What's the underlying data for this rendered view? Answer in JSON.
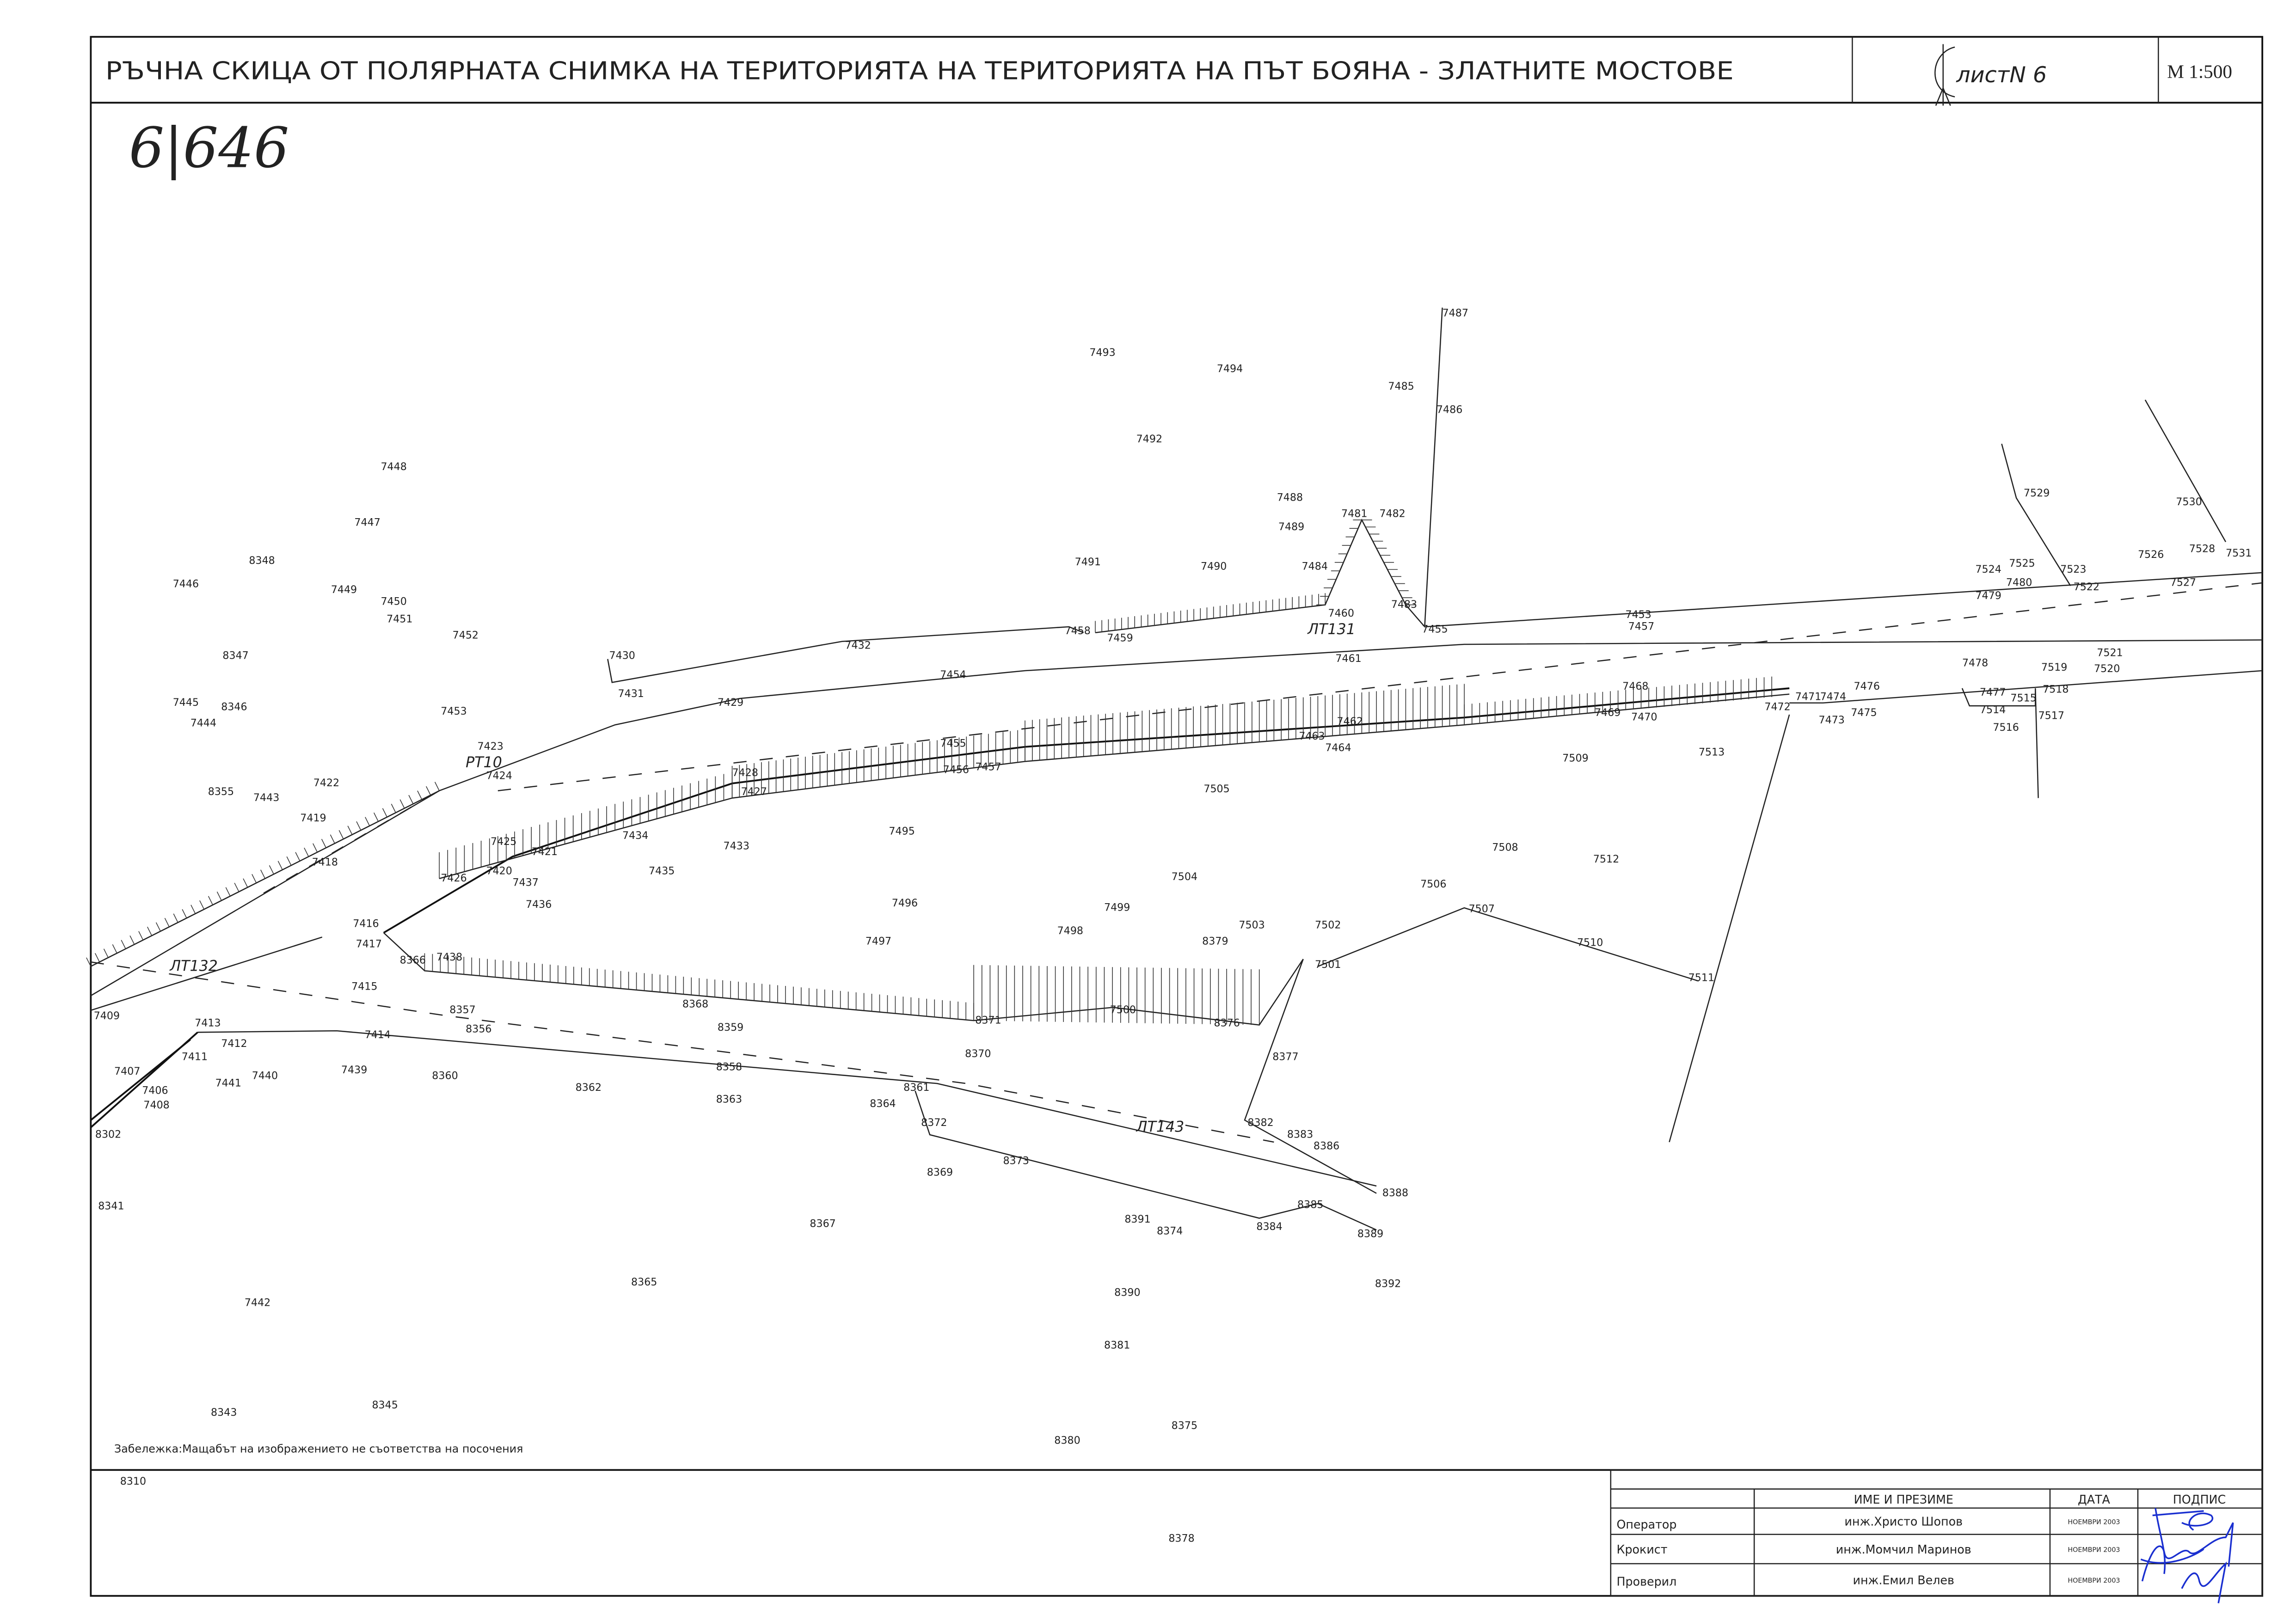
{
  "header": {
    "title": "РЪЧНА СКИЦА ОТ ПОЛЯРНАТА СНИМКА НА ТЕРИТОРИЯТА НА ТЕРИТОРИЯТА НА ПЪТ БОЯНА - ЗЛАТНИТЕ МОСТОВЕ",
    "sheet_label": "листN 6",
    "scale": "M 1:500"
  },
  "handwritten_number": "6|646",
  "route_labels": [
    "ЛТ131",
    "PT10",
    "ЛТ132",
    "ЛТ143"
  ],
  "note": "Забележка:Мащабът на изображението не съответства на посочения",
  "title_block": {
    "headers": [
      "ИМЕ И ПРЕЗИМЕ",
      "ДАТА",
      "ПОДПИС"
    ],
    "rows": [
      {
        "role": "Оператор",
        "name": "инж.Христо Шопов",
        "date": "НОЕМВРИ 2003"
      },
      {
        "role": "Крокист",
        "name": "инж.Момчил Маринов",
        "date": "НОЕМВРИ 2003"
      },
      {
        "role": "Проверил",
        "name": "инж.Емил Велев",
        "date": "НОЕМВРИ 2003"
      }
    ]
  },
  "points": [
    "7487",
    "7493",
    "7494",
    "7485",
    "7486",
    "7492",
    "7448",
    "7488",
    "7481",
    "7482",
    "7447",
    "7489",
    "7529",
    "7530",
    "8348",
    "7491",
    "7490",
    "7484",
    "7526",
    "7528",
    "7531",
    "7524",
    "7525",
    "7523",
    "7446",
    "7449",
    "7450",
    "7483",
    "7480",
    "7522",
    "7527",
    "7479",
    "7460",
    "7451",
    "7458",
    "7459",
    "7455",
    "7453",
    "7457",
    "7452",
    "7432",
    "7430",
    "7461",
    "7521",
    "7520",
    "8347",
    "7454",
    "7431",
    "7478",
    "7519",
    "7468",
    "7476",
    "7518",
    "7471",
    "7474",
    "7477",
    "7515",
    "7445",
    "7429",
    "8346",
    "7472",
    "7475",
    "7514",
    "7469",
    "7470",
    "7453",
    "7517",
    "7473",
    "7516",
    "7444",
    "7462",
    "7463",
    "7423",
    "7455",
    "7464",
    "7513",
    "7509",
    "7424",
    "7456",
    "7457",
    "7428",
    "7422",
    "7505",
    "7427",
    "8355",
    "7443",
    "7419",
    "7495",
    "7434",
    "7425",
    "7421",
    "7433",
    "7508",
    "7418",
    "7420",
    "7512",
    "7435",
    "7504",
    "7426",
    "7437",
    "7506",
    "7436",
    "7496",
    "7499",
    "7507",
    "7416",
    "7503",
    "7502",
    "7497",
    "7498",
    "8379",
    "7510",
    "7417",
    "7438",
    "8366",
    "7501",
    "7511",
    "7415",
    "8368",
    "7500",
    "8357",
    "8371",
    "8376",
    "7409",
    "7413",
    "8356",
    "8359",
    "7412",
    "7414",
    "8370",
    "7411",
    "8377",
    "7407",
    "7439",
    "7440",
    "8358",
    "7441",
    "8360",
    "7406",
    "8361",
    "8362",
    "7408",
    "8363",
    "8364",
    "8372",
    "8382",
    "8383",
    "8386",
    "8302",
    "8373",
    "8369",
    "8388",
    "8341",
    "8385",
    "8391",
    "8367",
    "8374",
    "8384",
    "8389",
    "8365",
    "8390",
    "8392",
    "7442",
    "8381",
    "8343",
    "8345",
    "8375",
    "8380",
    "8310",
    "8378"
  ]
}
